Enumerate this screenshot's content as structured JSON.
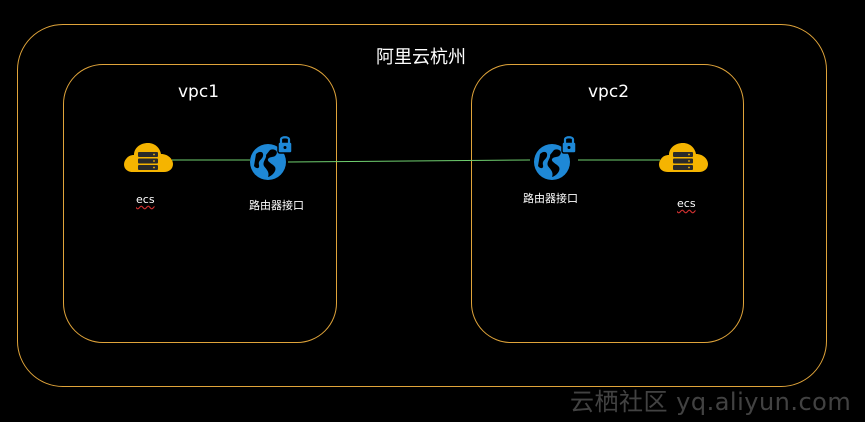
{
  "region": {
    "title": "阿里云杭州"
  },
  "vpcs": [
    {
      "title": "vpc1",
      "ecs_label": "ecs",
      "router_label": "路由器接口"
    },
    {
      "title": "vpc2",
      "ecs_label": "ecs",
      "router_label": "路由器接口"
    }
  ],
  "icons": {
    "ecs": "cloud-server-icon",
    "router": "globe-lock-icon"
  },
  "colors": {
    "border": "#e0a43a",
    "link": "#6fcf6f",
    "ecs": "#f5b400",
    "router": "#1e88d6",
    "background": "#000000"
  },
  "watermark": "云栖社区 yq.aliyun.com"
}
